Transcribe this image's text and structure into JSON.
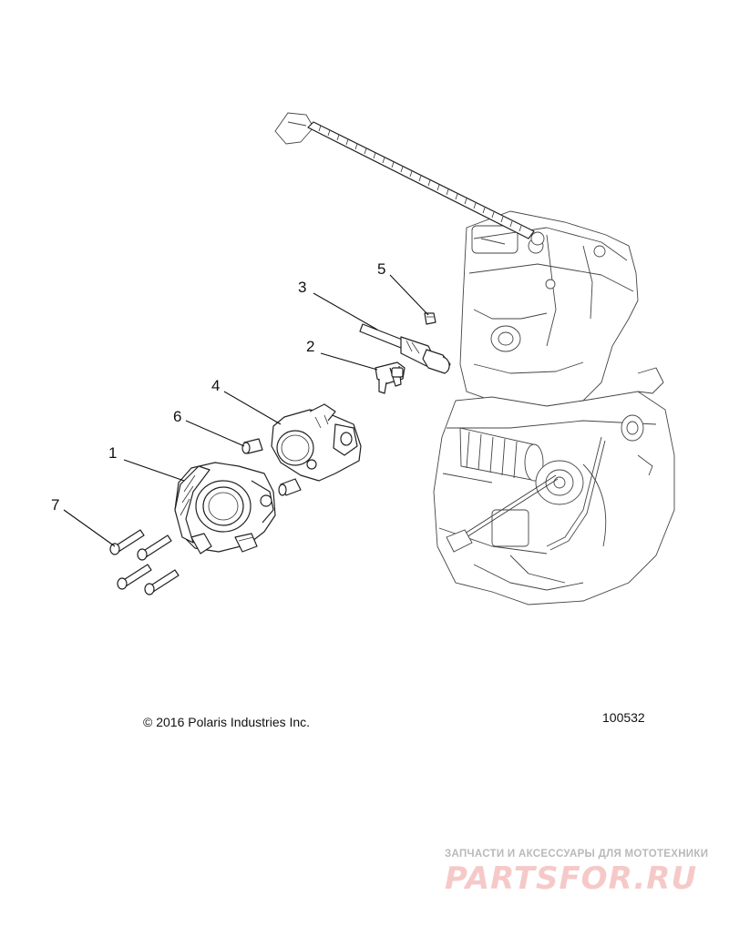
{
  "callouts": [
    {
      "label": "1"
    },
    {
      "label": "2"
    },
    {
      "label": "3"
    },
    {
      "label": "4"
    },
    {
      "label": "5"
    },
    {
      "label": "6"
    },
    {
      "label": "7"
    }
  ],
  "footer": {
    "copyright": "© 2016 Polaris Industries Inc.",
    "document_number": "100532"
  },
  "watermark": {
    "subtitle": "ЗАПЧАСТИ И АКСЕССУАРЫ ДЛЯ МОТОТЕХНИКИ",
    "logo": "PARTSFOR.RU"
  }
}
